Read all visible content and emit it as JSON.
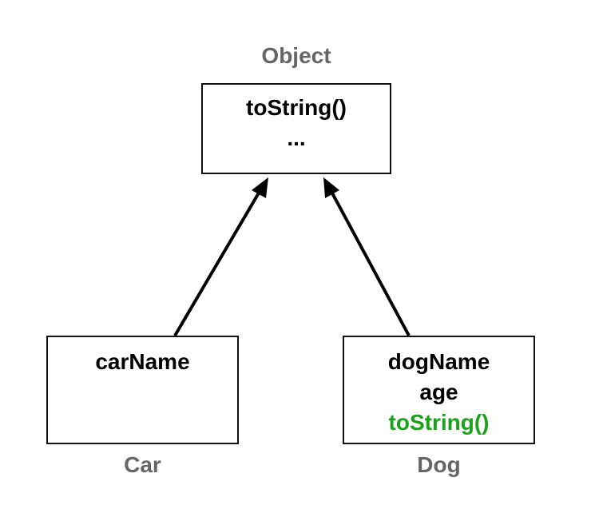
{
  "object_class": {
    "title": "Object",
    "members": [
      "toString()",
      "..."
    ]
  },
  "car_class": {
    "title": "Car",
    "members": [
      "carName"
    ]
  },
  "dog_class": {
    "title": "Dog",
    "members": [
      "dogName",
      "age",
      "toString()"
    ],
    "highlight_member": "toString()"
  },
  "colors": {
    "title": "#666666",
    "border": "#111111",
    "member_text": "#000000",
    "override_highlight": "#1aa31a",
    "arrow": "#000000"
  }
}
